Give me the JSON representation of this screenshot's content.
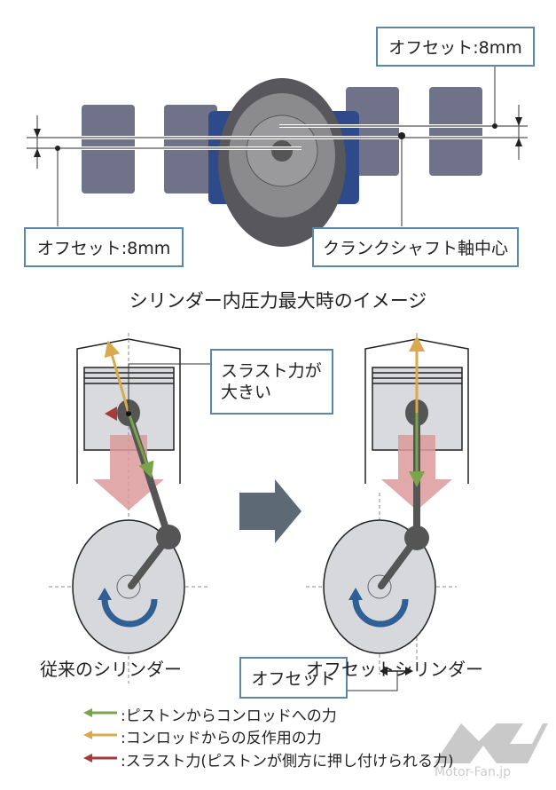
{
  "top": {
    "offset_label_right": "オフセット:8mm",
    "offset_label_left": "オフセット:8mm",
    "crank_center_label": "クランクシャフト軸中心"
  },
  "title": "シリンダー内圧力最大時のイメージ",
  "callout_thrust": [
    "スラスト力が",
    "大きい"
  ],
  "offset_label": "オフセット",
  "caption_left": "従来のシリンダー",
  "caption_right": "オフセットシリンダー",
  "legend": [
    {
      "color": "#7aa44a",
      "text": ":ピストンからコンロッドへの力"
    },
    {
      "color": "#d9a94e",
      "text": ":コンロッドからの反作用の力"
    },
    {
      "color": "#a83a3a",
      "text": ":スラスト力(ピストンが側方に押し付けられる力)"
    }
  ],
  "watermark": "Motor-Fan.jp"
}
